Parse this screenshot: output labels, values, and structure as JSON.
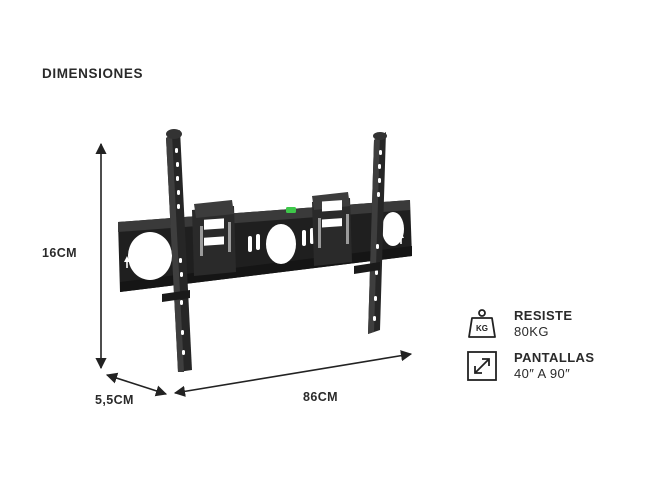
{
  "section_title": "DIMENSIONES",
  "dimensions": {
    "height": "16CM",
    "depth": "5,5CM",
    "width": "86CM"
  },
  "specs": [
    {
      "icon": "weight-kg-icon",
      "icon_text": "KG",
      "title": "RESISTE",
      "value": "80KG"
    },
    {
      "icon": "diagonal-expand-icon",
      "title": "PANTALLAS",
      "value": "40″ A 90″"
    }
  ],
  "colors": {
    "text": "#2a2a2a",
    "product": "#2b2b2b",
    "level_bubble": "#3ec84a"
  }
}
